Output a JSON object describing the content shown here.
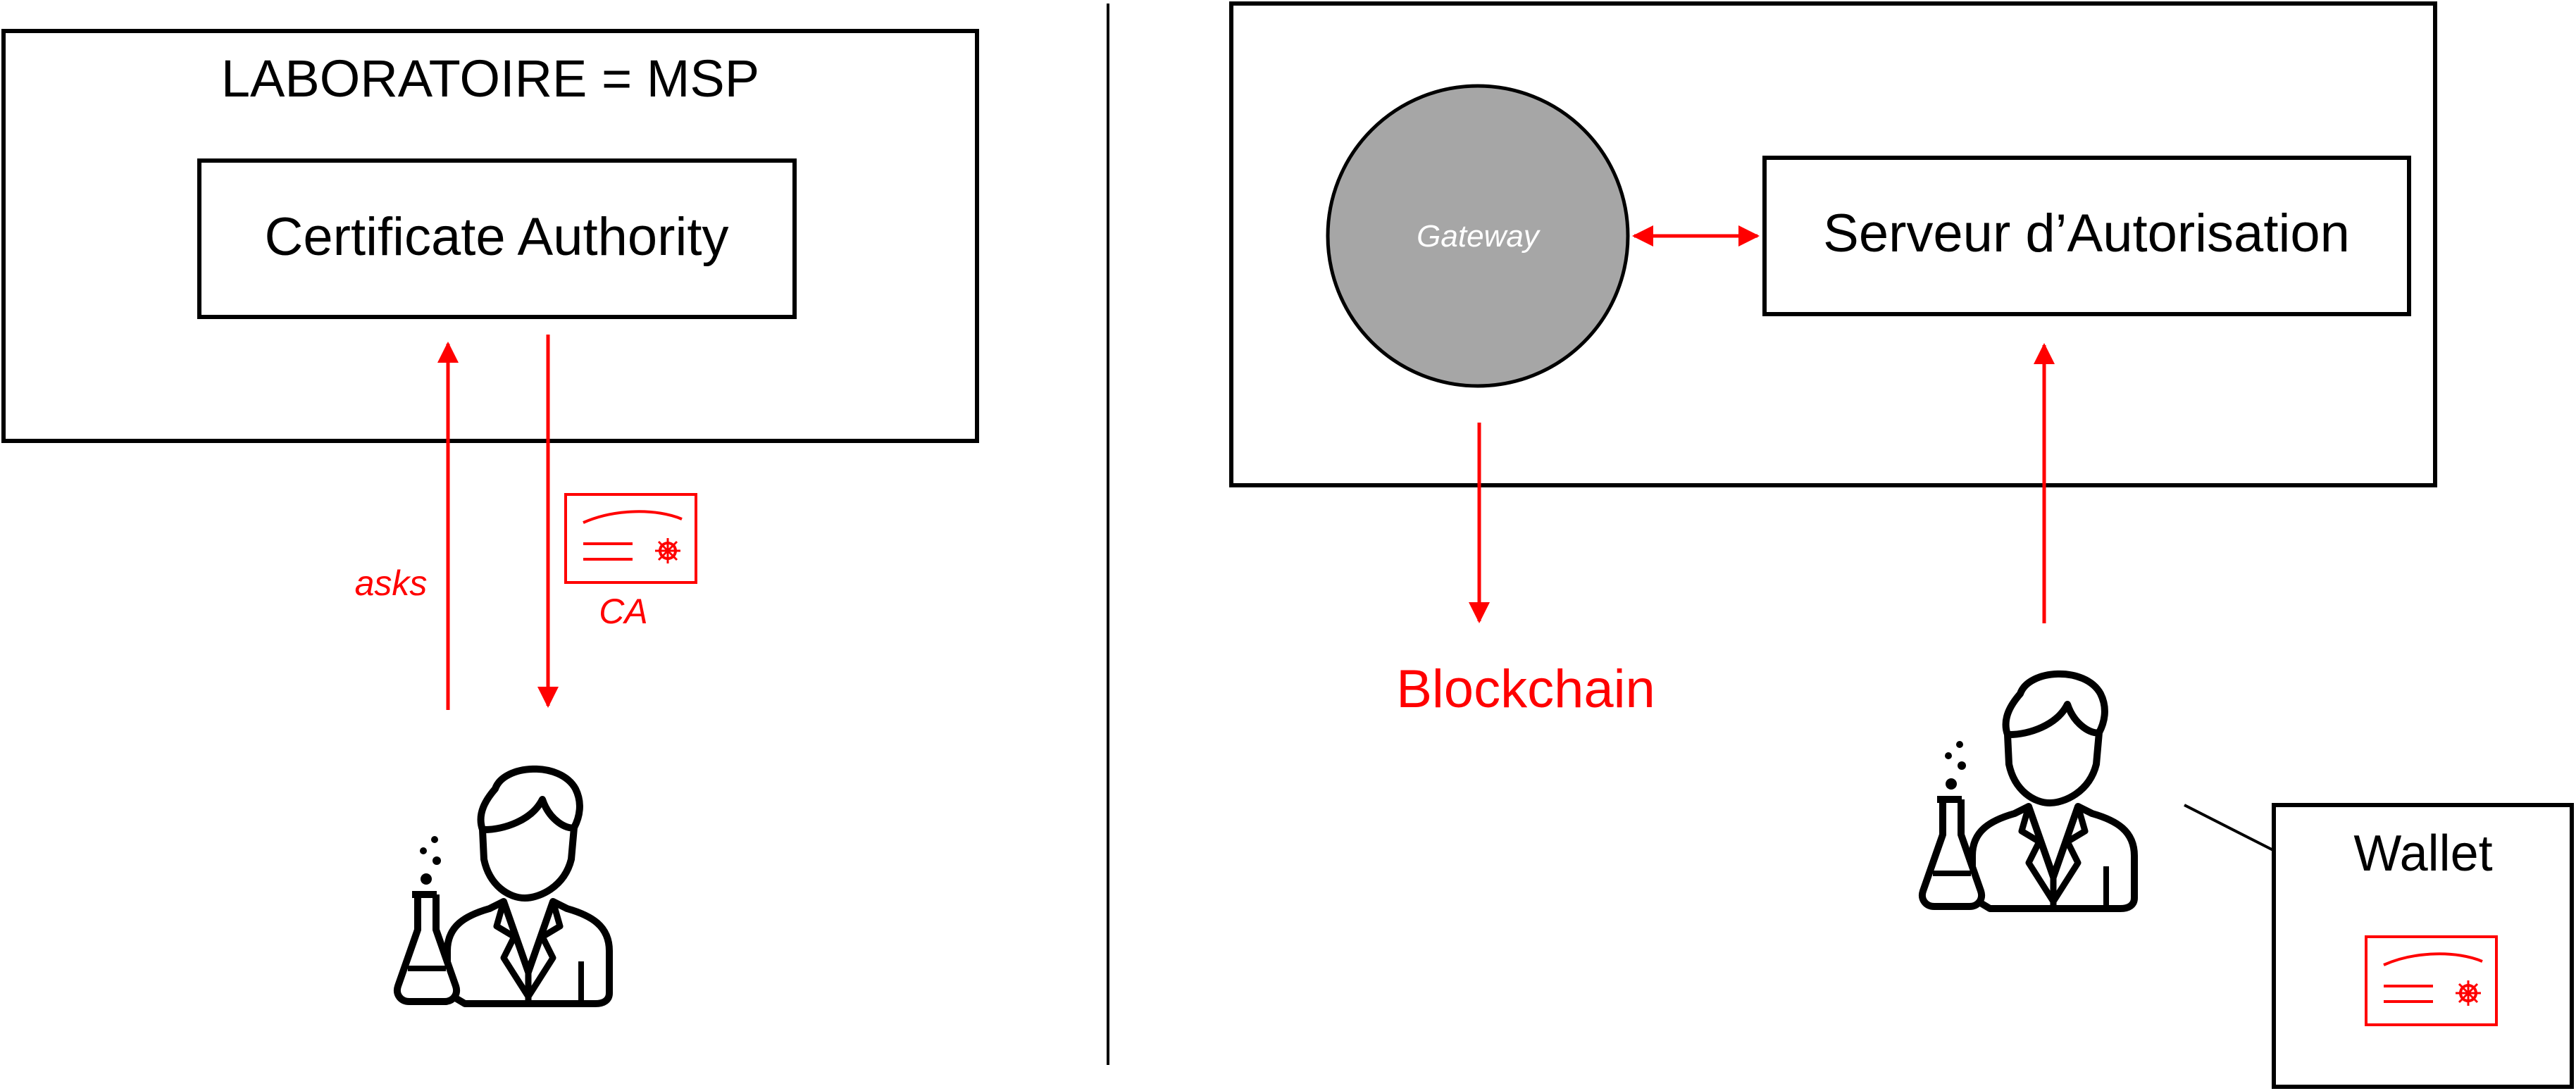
{
  "left_panel": {
    "lab_title": "LABORATOIRE = MSP",
    "ca_box_label": "Certificate Authority",
    "asks_label": "asks",
    "ca_cert_label": "CA"
  },
  "right_panel": {
    "gateway_label": "Gateway",
    "auth_server_label": "Serveur d’Autorisation",
    "blockchain_label": "Blockchain",
    "wallet_label": "Wallet"
  },
  "colors": {
    "accent": "#ff0000",
    "stroke": "#000000",
    "gateway_fill": "#a6a6a6",
    "gateway_text": "#ffffff"
  },
  "icons": [
    "scientist-icon",
    "certificate-icon",
    "flask-icon"
  ]
}
